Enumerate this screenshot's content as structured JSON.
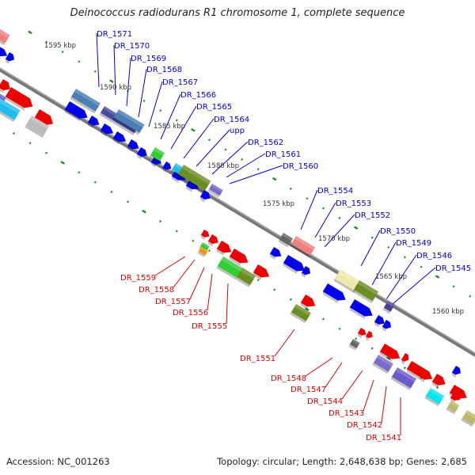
{
  "title": "Deinococcus radiodurans R1 chromosome 1, complete sequence",
  "footer": {
    "accession": "Accession: NC_001263",
    "summary": "Topology: circular; Length: 2,648,638 bp; Genes: 2,685"
  },
  "colors": {
    "forward_label": "#0000dd",
    "reverse_label": "#dd0000",
    "axis": "#777777",
    "tick": "#228B22"
  },
  "kbp_markers": [
    {
      "label": "1595 kbp",
      "pos": 1595
    },
    {
      "label": "1590 kbp",
      "pos": 1590
    },
    {
      "label": "1585 kbp",
      "pos": 1585
    },
    {
      "label": "1580 kbp",
      "pos": 1580
    },
    {
      "label": "1575 kbp",
      "pos": 1575
    },
    {
      "label": "1570 kbp",
      "pos": 1570
    },
    {
      "label": "1565 kbp",
      "pos": 1565
    },
    {
      "label": "1560 kbp",
      "pos": 1560
    }
  ],
  "forward_labels": [
    "DR_1571",
    "DR_1570",
    "DR_1569",
    "DR_1568",
    "DR_1567",
    "DR_1566",
    "DR_1565",
    "DR_1564",
    "upp",
    "DR_1562",
    "DR_1561",
    "DR_1560",
    "DR_1554",
    "DR_1553",
    "DR_1552",
    "DR_1550",
    "DR_1549",
    "DR_1546",
    "DR_1545"
  ],
  "reverse_labels": [
    "DR_1559",
    "DR_1558",
    "DR_1557",
    "DR_1556",
    "DR_1555",
    "DR_1551",
    "DR_1548",
    "DR_1547",
    "DR_1544",
    "DR_1543",
    "DR_1542",
    "DR_1541"
  ]
}
